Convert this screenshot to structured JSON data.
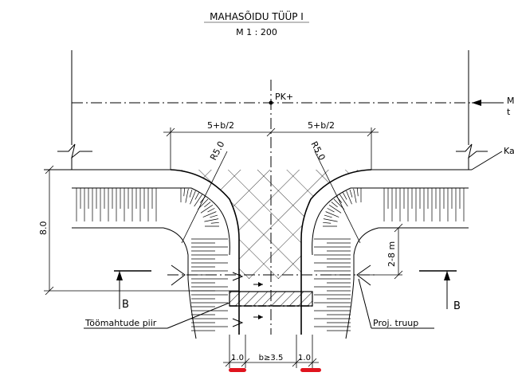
{
  "drawing": {
    "title": "MAHASÕIDU TÜÜP I",
    "scale": "M 1 : 200"
  },
  "labels": {
    "pk": "PK+",
    "right_edge_top": "M",
    "right_edge_bottom": "t",
    "right_edge_ka": "Ka",
    "dim_left_half": "5+b/2",
    "dim_right_half": "5+b/2",
    "radius_left": "R5.0",
    "radius_right": "R5.0",
    "dim_height": "8.0",
    "dim_slope": "2-8 m",
    "section_left": "B",
    "section_right": "B",
    "leader_work_limit": "Töömahtude piir",
    "leader_culvert": "Proj. truup",
    "dim_bottom_left": "1.0",
    "dim_bottom_mid": "b≥3.5",
    "dim_bottom_right": "1.0"
  },
  "colors": {
    "line": "#000000",
    "highlight": "#e0141e"
  }
}
